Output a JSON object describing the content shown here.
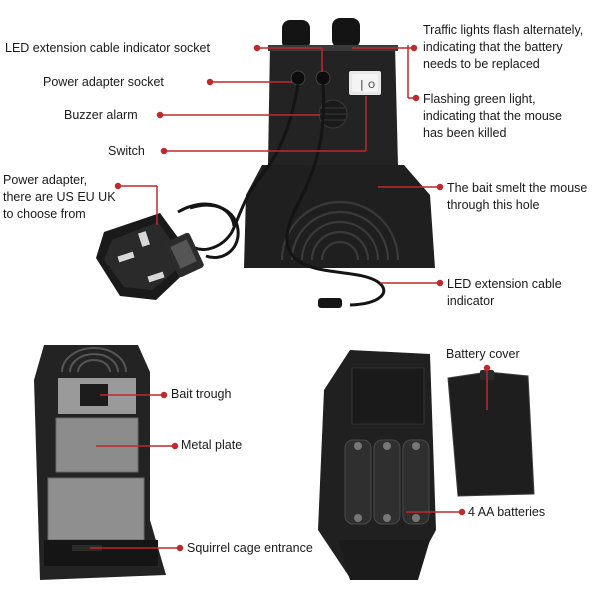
{
  "colors": {
    "leader_line": "#c0282d",
    "device_body": "#262626",
    "device_dark": "#111111",
    "metal_plate": "#8c8c8c",
    "switch_red": "#d42a2a",
    "background": "#ffffff"
  },
  "callouts": {
    "led_socket": "LED extension cable indicator socket",
    "power_socket": "Power adapter socket",
    "buzzer": "Buzzer alarm",
    "switch": "Switch",
    "adapter": [
      "Power adapter,",
      "there are US EU UK",
      "to choose from"
    ],
    "traffic_lights": [
      "Traffic lights flash alternately,",
      "indicating that the battery",
      "needs to be replaced"
    ],
    "green_light": [
      "Flashing green light,",
      "indicating that the mouse",
      "has been killed"
    ],
    "bait_smell": [
      "The bait smelt the mouse",
      "through this hole"
    ],
    "led_indicator": [
      "LED extension cable",
      "indicator"
    ],
    "battery_cover": "Battery cover",
    "bait_trough": "Bait trough",
    "metal_plate": "Metal plate",
    "batteries": "4 AA batteries",
    "cage_entrance": "Squirrel cage entrance"
  },
  "device": {
    "switch_symbols": [
      "|",
      "O"
    ]
  }
}
